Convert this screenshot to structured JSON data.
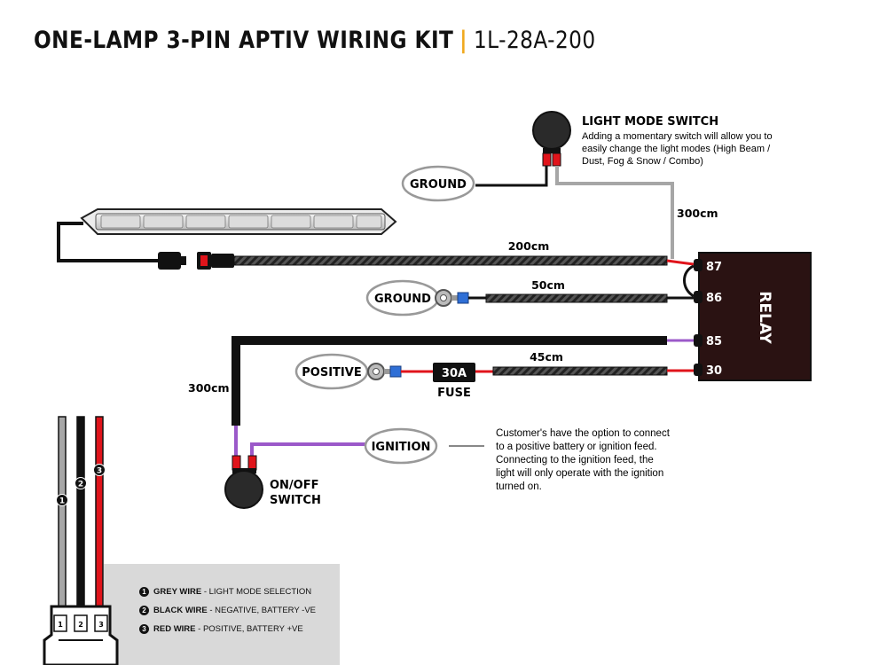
{
  "title": {
    "main": "ONE-LAMP 3-PIN APTIV WIRING KIT",
    "separator": "|",
    "code": "1L-28A-200"
  },
  "light_mode_switch": {
    "heading": "LIGHT MODE SWITCH",
    "description_lines": [
      "Adding a momentary switch will allow you to",
      "easily change the light modes (High Beam /",
      "Dust, Fog & Snow / Combo)"
    ]
  },
  "labels": {
    "ground_top": "GROUND",
    "ground_mid": "GROUND",
    "positive": "POSITIVE",
    "ignition": "IGNITION",
    "fuse_rating": "30A",
    "fuse": "FUSE",
    "onoff_line1": "ON/OFF",
    "onoff_line2": "SWITCH",
    "relay": "RELAY"
  },
  "lengths": {
    "grey_wire": "300cm",
    "main_harness": "200cm",
    "ground_wire": "50cm",
    "positive_wire": "45cm",
    "switch_wire": "300cm"
  },
  "relay_pins": [
    "87",
    "86",
    "85",
    "30"
  ],
  "ignition_note_lines": [
    "Customer's have the option to connect",
    "to a positive battery or ignition feed.",
    "Connecting to the ignition feed, the",
    "light will only operate with the ignition",
    "turned on."
  ],
  "connector_pins": [
    "1",
    "2",
    "3"
  ],
  "legend": [
    {
      "num": "1",
      "bold": "GREY WIRE",
      "text": " - LIGHT MODE SELECTION"
    },
    {
      "num": "2",
      "bold": "BLACK WIRE",
      "text": " - NEGATIVE, BATTERY -VE"
    },
    {
      "num": "3",
      "bold": "RED WIRE",
      "text": " - POSITIVE, BATTERY +VE"
    }
  ],
  "colors": {
    "accent": "#f0a81c",
    "grey_wire": "#a6a6a6",
    "black_wire": "#111111",
    "red_wire": "#e0141b",
    "purple_wire": "#9b59c9",
    "relay": "#2a1212",
    "legend_bg": "#d9d9d9",
    "blue_terminal": "#2f6fd6"
  }
}
